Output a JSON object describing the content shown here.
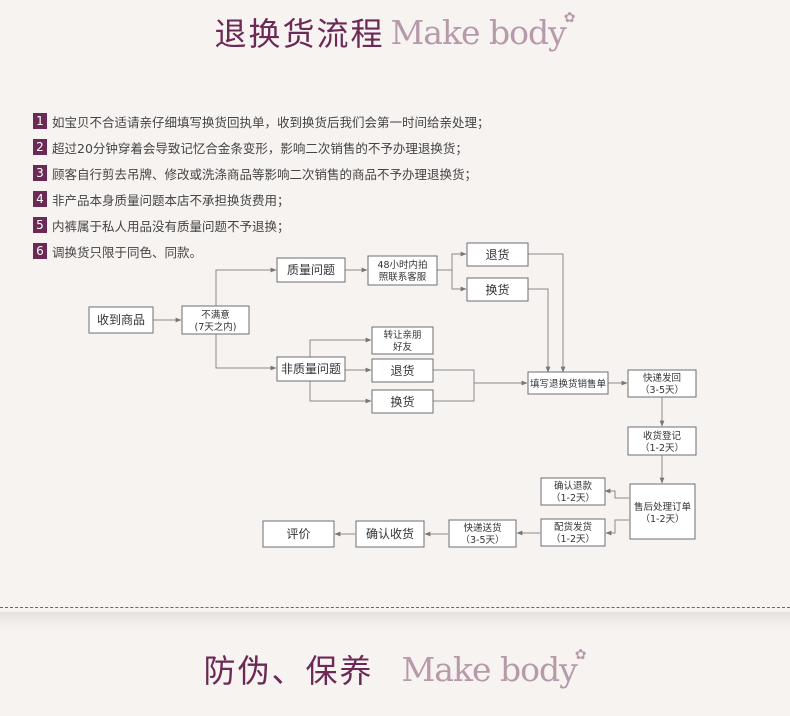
{
  "header": {
    "title": "退换货流程",
    "brand": "Make body"
  },
  "rules": [
    {
      "num": "1",
      "text": "如宝贝不合适请亲仔细填写换货回执单，收到换货后我们会第一时间给亲处理；"
    },
    {
      "num": "2",
      "text": "超过20分钟穿着会导致记忆合金条变形，影响二次销售的不予办理退换货；"
    },
    {
      "num": "3",
      "text": "顾客自行剪去吊牌、修改或洗涤商品等影响二次销售的商品不予办理退换货；"
    },
    {
      "num": "4",
      "text": "非产品本身质量问题本店不承担换货费用；"
    },
    {
      "num": "5",
      "text": "内裤属于私人用品没有质量问题不予退换；"
    },
    {
      "num": "6",
      "text": "调换货只限于同色、同款。"
    }
  ],
  "flow": {
    "receive": "收到商品",
    "unsatisfied": [
      "不满意",
      "(7天之内)"
    ],
    "quality": "质量问题",
    "photo": [
      "48小时内拍",
      "照联系客服"
    ],
    "return1": "退货",
    "exchange1": "换货",
    "nonquality": "非质量问题",
    "transfer": [
      "转让亲朋",
      "好友"
    ],
    "return2": "退货",
    "exchange2": "换货",
    "fill": "填写退换货销售单",
    "express_back": [
      "快递发回",
      "（3-5天）"
    ],
    "check_in": [
      "收货登记",
      "（1-2天）"
    ],
    "after_sales": [
      "售后处理订单",
      "（1-2天）"
    ],
    "refund": [
      "确认退款",
      "（1-2天）"
    ],
    "ship": [
      "配货发货",
      "（1-2天）"
    ],
    "express_send": [
      "快递送货",
      "（3-5天）"
    ],
    "confirm": "确认收货",
    "review": "评价"
  },
  "footer": {
    "title": "防伪、保养",
    "brand": "Make body"
  }
}
